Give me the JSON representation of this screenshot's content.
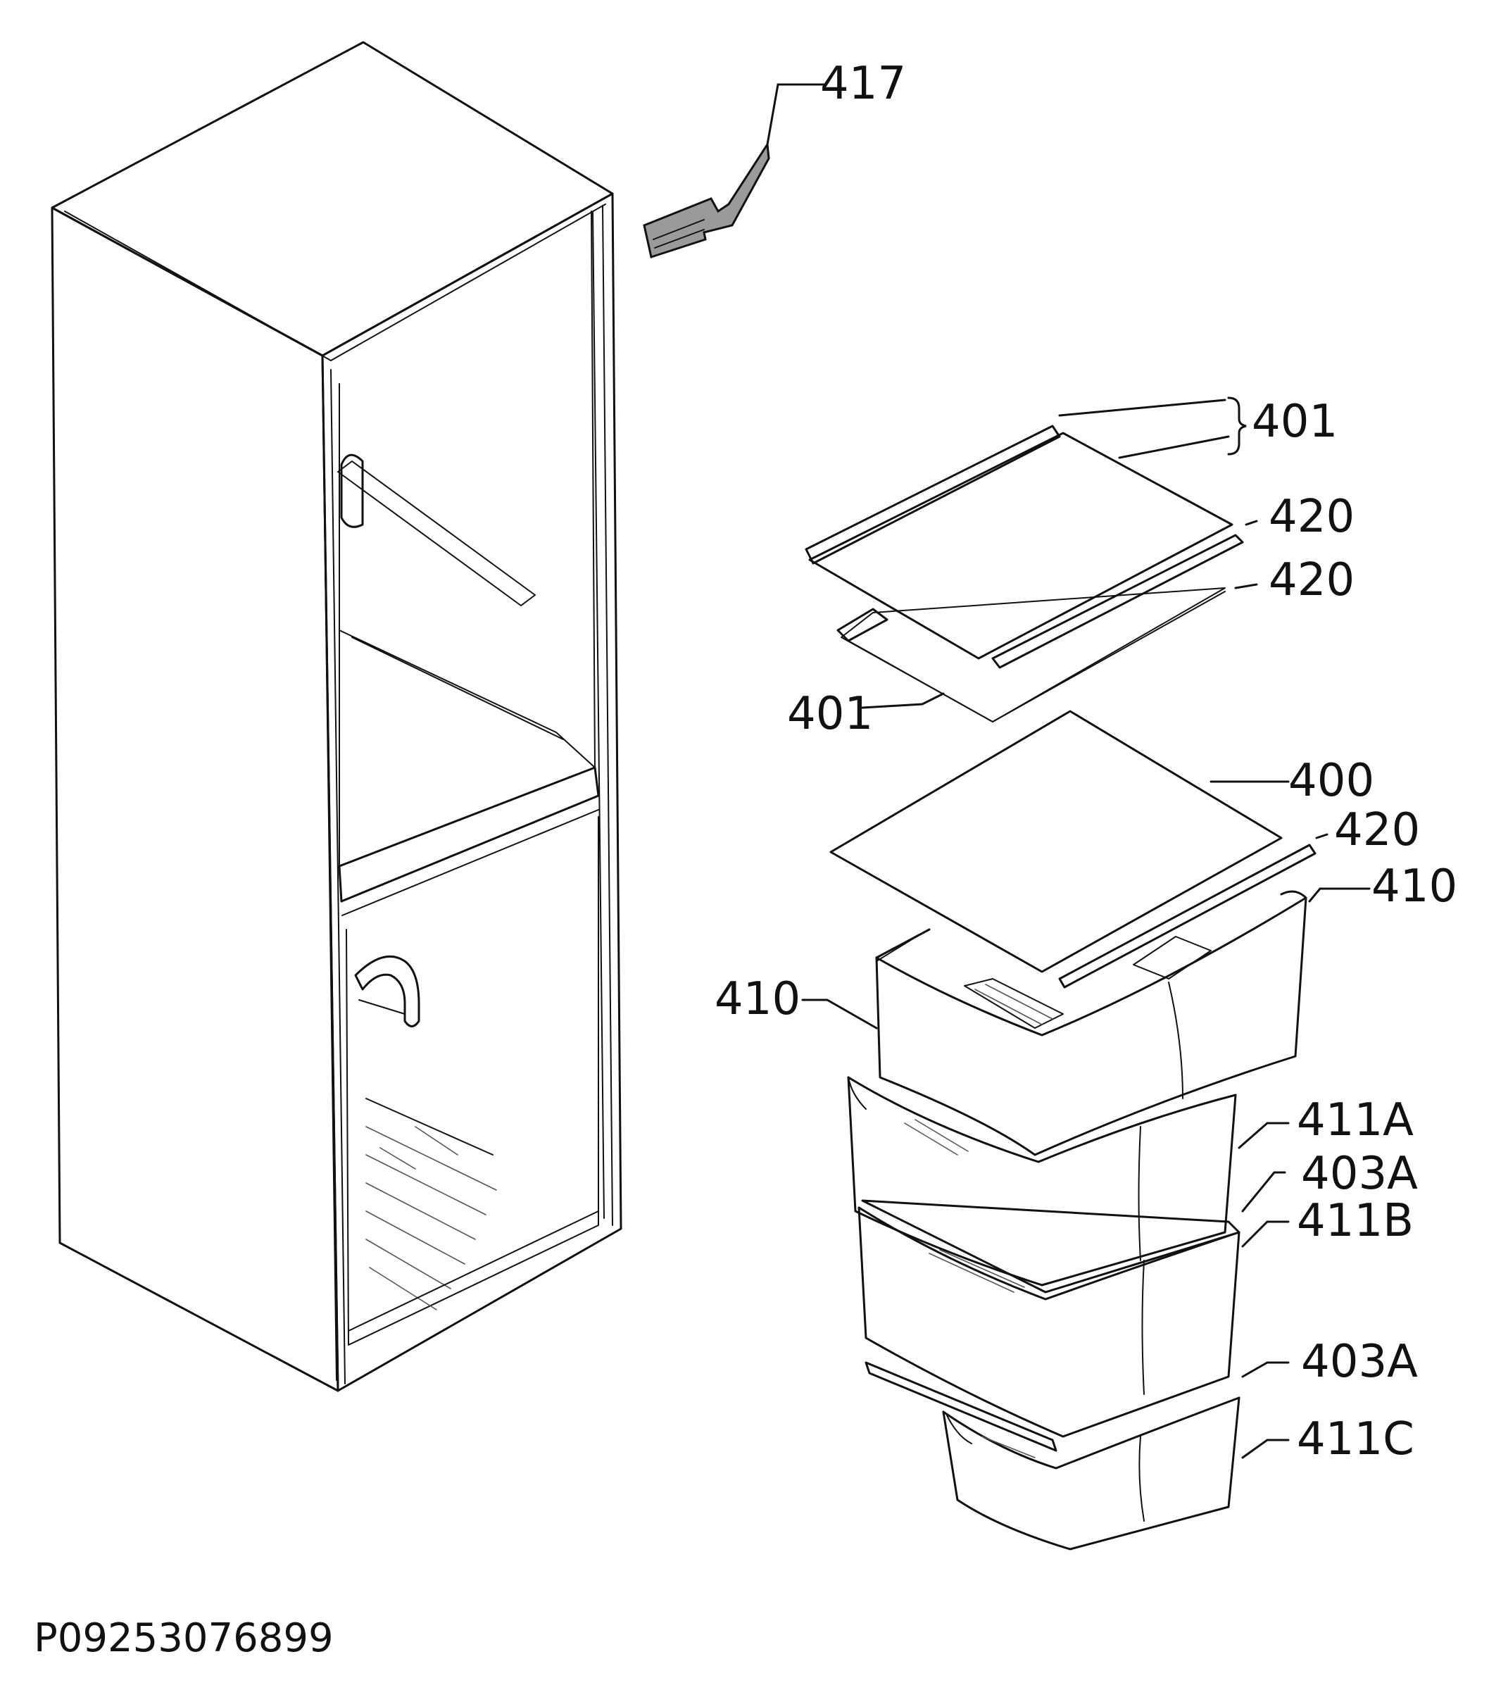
{
  "callouts": {
    "c417": "417",
    "c401_top": "401",
    "c420_a": "420",
    "c420_b": "420",
    "c401_mid": "401",
    "c400": "400",
    "c420_c": "420",
    "c410_right": "410",
    "c410_left": "410",
    "c411A": "411A",
    "c403A_top": "403A",
    "c411B": "411B",
    "c403A_bottom": "403A",
    "c411C": "411C"
  },
  "drawing_code": "P09253076899",
  "colors": {
    "line": "#111111",
    "handle_fill": "#9a9a9a",
    "background": "#ffffff"
  }
}
